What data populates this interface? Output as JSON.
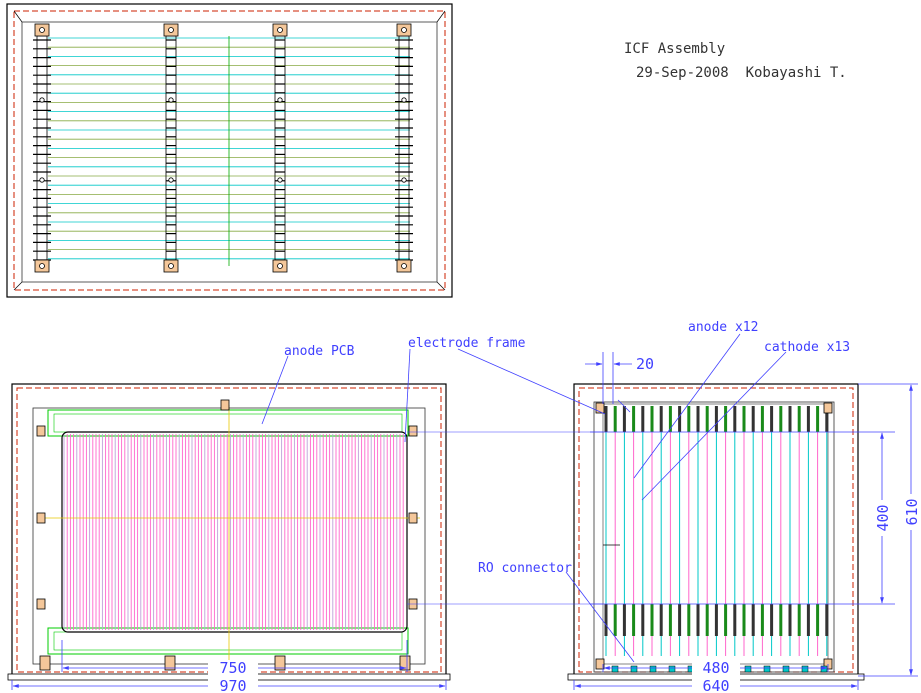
{
  "title_block": {
    "line1": "ICF Assembly",
    "line2": "29-Sep-2008  Kobayashi T."
  },
  "labels": {
    "anode_pcb": "anode PCB",
    "electrode_frame": "electrode frame",
    "anode_count": "anode x12",
    "cathode_count": "cathode x13",
    "ro_connector": "RO connector"
  },
  "dimensions": {
    "front_inner_width": "750",
    "front_outer_width": "970",
    "side_inner_width": "480",
    "side_outer_width": "640",
    "electrode_pitch": "20",
    "active_height": "400",
    "outer_height": "610"
  },
  "colors": {
    "outline": "#000000",
    "frame_red": "#cc2200",
    "wire_cyan": "#00c8c8",
    "wire_magenta": "#ff66cc",
    "pcb_green": "#00cc00",
    "dim_blue": "#4040ff",
    "axis_yellow": "#e8c800",
    "bracket_orange": "#e06000"
  }
}
